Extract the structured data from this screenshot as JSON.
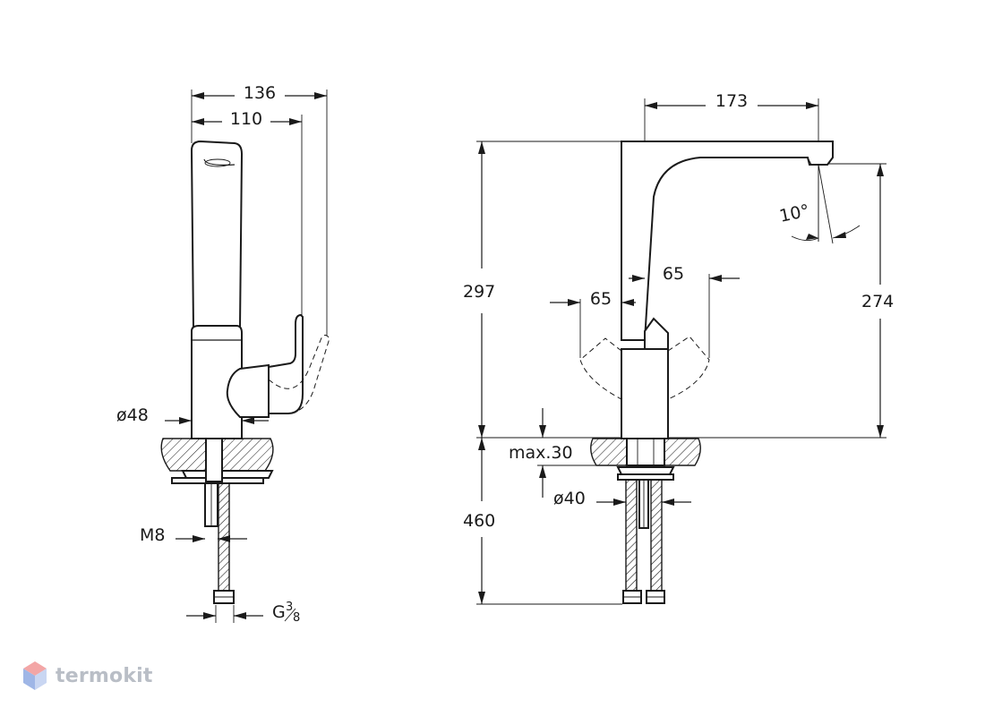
{
  "dimensions": {
    "width_136": "136",
    "width_110": "110",
    "width_173": "173",
    "height_297": "297",
    "height_274": "274",
    "height_460": "460",
    "lever_65_left": "65",
    "lever_65_right": "65",
    "angle": "10°",
    "diameter_48": "ø48",
    "diameter_40": "ø40",
    "max_30": "max.30",
    "bolt_m8": "M8",
    "thread_g": "G",
    "thread_num": "3",
    "thread_den": "8"
  },
  "brand": {
    "name": "termokit"
  },
  "colors": {
    "line": "#1a1a1a",
    "brand": "#b9bec6",
    "logo_top": "#f3a6a6",
    "logo_left": "#9fb6e6",
    "logo_right": "#c9d6f2"
  }
}
